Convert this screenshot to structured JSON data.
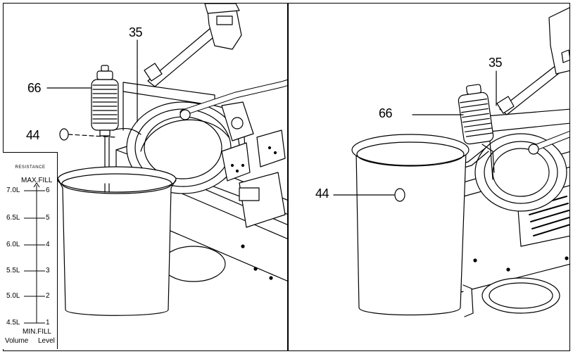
{
  "callouts": {
    "left": {
      "c35": "35",
      "c66": "66",
      "c44": "44"
    },
    "right": {
      "c35": "35",
      "c66": "66",
      "c44": "44"
    }
  },
  "scale": {
    "title": "RESISTANCE",
    "max_label": "MAX.FILL",
    "min_label": "MIN.FILL",
    "volume_header": "Volume",
    "level_header": "Level",
    "rows": [
      {
        "volume": "7.0L",
        "level": "6"
      },
      {
        "volume": "6.5L",
        "level": "5"
      },
      {
        "volume": "6.0L",
        "level": "4"
      },
      {
        "volume": "5.5L",
        "level": "3"
      },
      {
        "volume": "5.0L",
        "level": "2"
      },
      {
        "volume": "4.5L",
        "level": "1"
      }
    ]
  }
}
